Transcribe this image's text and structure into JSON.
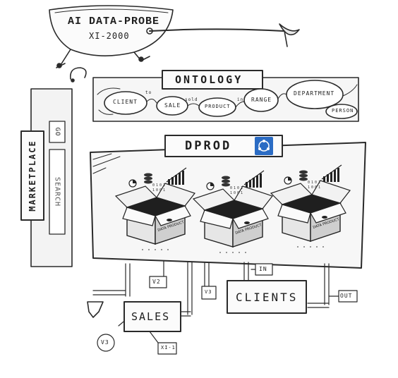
{
  "probe": {
    "line1": "AI DATA-PROBE",
    "line2": "XI-2000"
  },
  "ontology": {
    "title": "ONTOLOGY",
    "nodes": [
      "CLIENT",
      "SALE",
      "PRODUCT",
      "RANGE",
      "DEPARTMENT",
      "PERSON"
    ],
    "edges": [
      "to",
      "sold",
      "in"
    ]
  },
  "dprod": {
    "title": "DPROD",
    "product_label": "DATA PRODUCT"
  },
  "marketplace": {
    "title": "MARKETPLACE",
    "search": "SEARCH",
    "go": "GO"
  },
  "consumers": {
    "sales": "SALES",
    "clients": "CLIENTS",
    "tags": [
      "V2",
      "V3",
      "V3",
      "XI-1",
      "IN",
      "OUT"
    ]
  },
  "colors": {
    "ink": "#2a2a2a",
    "paper": "#ffffff",
    "accent": "#2b6cc4"
  }
}
